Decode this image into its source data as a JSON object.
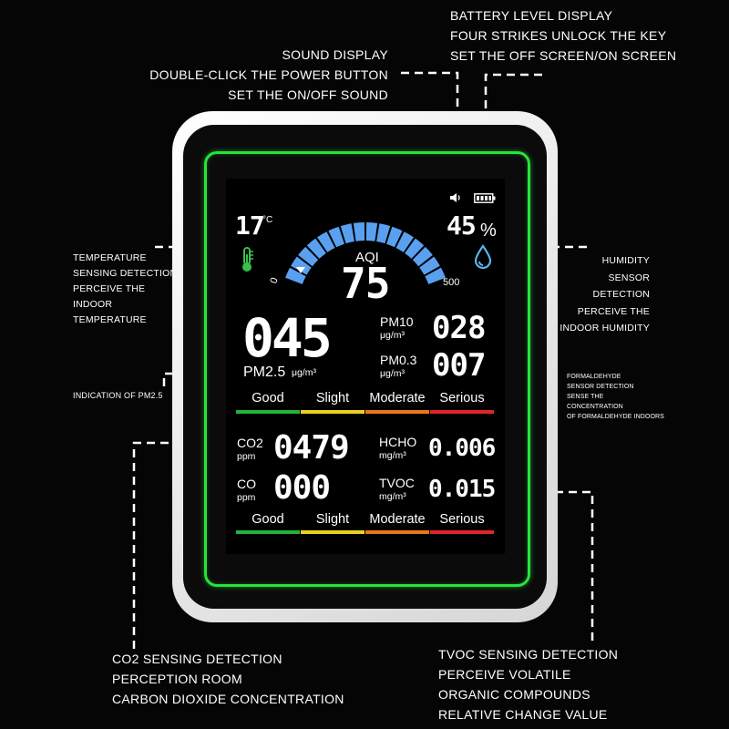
{
  "annotations": {
    "battery": [
      "BATTERY LEVEL DISPLAY",
      "FOUR STRIKES UNLOCK THE KEY",
      "SET THE OFF SCREEN/ON SCREEN"
    ],
    "sound": [
      "SOUND DISPLAY",
      "DOUBLE-CLICK THE POWER BUTTON",
      "SET THE ON/OFF SOUND"
    ],
    "temperature": [
      "TEMPERATURE",
      "SENSING DETECTION",
      "PERCEIVE THE",
      "INDOOR",
      "TEMPERATURE"
    ],
    "humidity": [
      "HUMIDITY",
      "SENSOR",
      "DETECTION",
      "PERCEIVE THE",
      "INDOOR HUMIDITY"
    ],
    "pm25": [
      "INDICATION OF PM2.5"
    ],
    "formaldehyde": [
      "FORMALDEHYDE",
      "SENSOR DETECTION",
      "SENSE THE",
      "CONCENTRATION",
      "OF FORMALDEHYDE INDOORS"
    ],
    "co2": [
      "CO2 SENSING DETECTION",
      "PERCEPTION ROOM",
      "CARBON DIOXIDE CONCENTRATION"
    ],
    "tvoc": [
      "TVOC SENSING DETECTION",
      "PERCEIVE VOLATILE",
      "ORGANIC COMPOUNDS",
      "RELATIVE CHANGE VALUE"
    ]
  },
  "screen": {
    "temperature": {
      "value": "17",
      "unit": "°C"
    },
    "humidity": {
      "value": "45",
      "unit": "%"
    },
    "aqi": {
      "label": "AQI",
      "value": "75",
      "scale_min": "0",
      "scale_max": "500",
      "segments": 16,
      "segments_lit": 16
    },
    "pm25": {
      "value": "045",
      "label": "PM2.5",
      "unit": "μg/m³"
    },
    "pm10": {
      "label": "PM10",
      "unit": "μg/m³",
      "value": "028"
    },
    "pm03": {
      "label": "PM0.3",
      "unit": "μg/m³",
      "value": "007"
    },
    "co2": {
      "label": "CO2",
      "unit": "ppm",
      "value": "0479"
    },
    "co": {
      "label": "CO",
      "unit": "ppm",
      "value": "000"
    },
    "hcho": {
      "label": "HCHO",
      "unit": "mg/m³",
      "value": "0.006"
    },
    "tvoc": {
      "label": "TVOC",
      "unit": "mg/m³",
      "value": "0.015"
    },
    "scale": [
      {
        "label": "Good",
        "color": "#22b33a"
      },
      {
        "label": "Slight",
        "color": "#e6d21e"
      },
      {
        "label": "Moderate",
        "color": "#e8771a"
      },
      {
        "label": "Serious",
        "color": "#e0242a"
      }
    ],
    "colors": {
      "gauge_blue": "#5aa0f0",
      "thermo_green": "#36c24a",
      "drop_blue": "#59b8ea",
      "frame_green": "#27e33a"
    }
  }
}
